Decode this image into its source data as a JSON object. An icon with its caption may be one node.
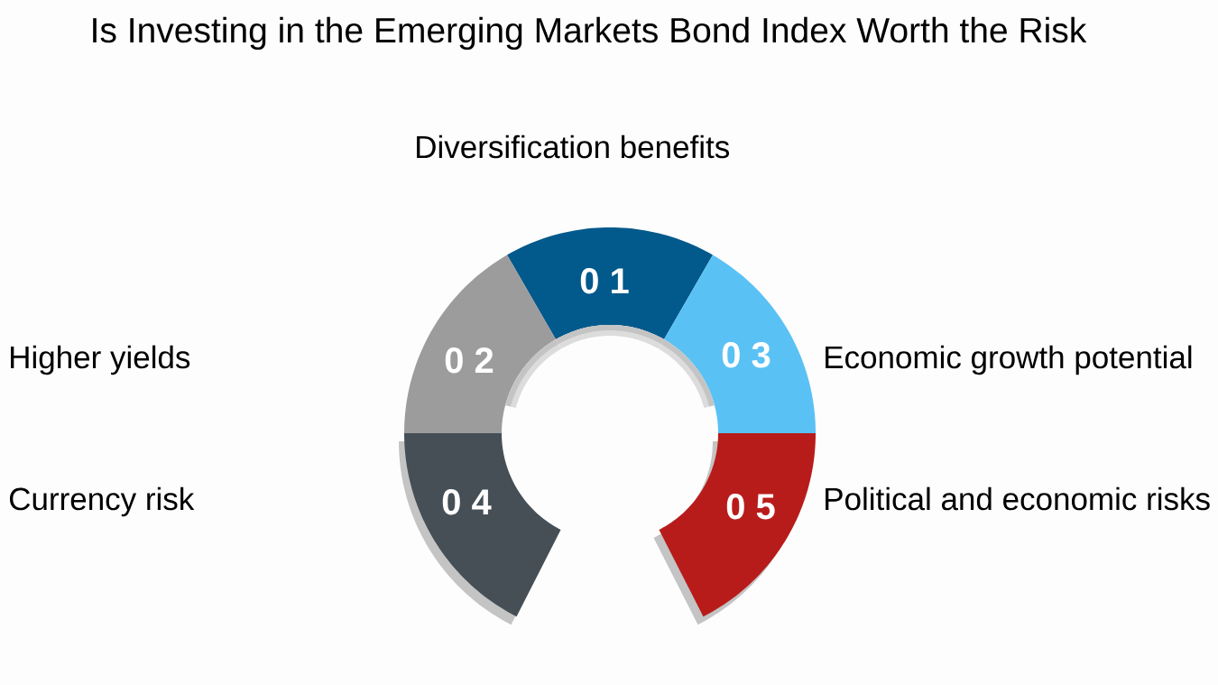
{
  "diagram": {
    "title": "Is Investing in the Emerging Markets Bond Index Worth the Risk",
    "nodes": [
      {
        "text": [
          "0 1"
        ],
        "beside": [
          "Diversification benefits"
        ]
      },
      {
        "text": [
          "0 2"
        ]
      },
      {
        "text": [
          "0 3"
        ],
        "beside": [
          "Economic growth potential"
        ]
      },
      {
        "text": [
          "0 4"
        ]
      },
      {
        "text": [
          "0 5"
        ],
        "beside": [
          "Political and economic risks"
        ]
      }
    ],
    "labels": [
      "Higher yields",
      "Currency risk"
    ]
  }
}
